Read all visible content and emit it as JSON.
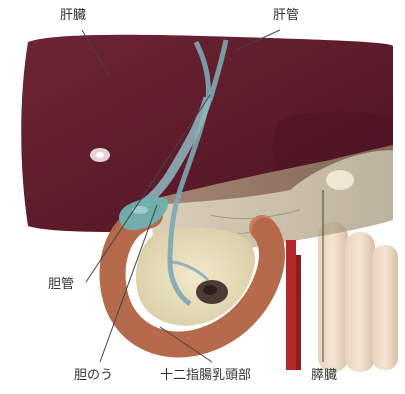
{
  "labels": {
    "liver": "肝臓",
    "hepatic_duct": "肝管",
    "bile_duct": "胆管",
    "gallbladder": "胆のう",
    "duodenal_papilla": "十二指腸乳頭部",
    "pancreas": "膵臓"
  },
  "colors": {
    "liver": "#5e1d2c",
    "liver_highlight": "#7a2a3a",
    "pancreas": "#b9a886",
    "duodenum_wall": "#c77b5a",
    "duodenum_inner": "#e9dfbf",
    "duct": "#7ea6b4",
    "gallbladder": "#6fb0b0",
    "vessel": "#b0282b",
    "leader_line": "#444444",
    "label_text": "#333333"
  }
}
